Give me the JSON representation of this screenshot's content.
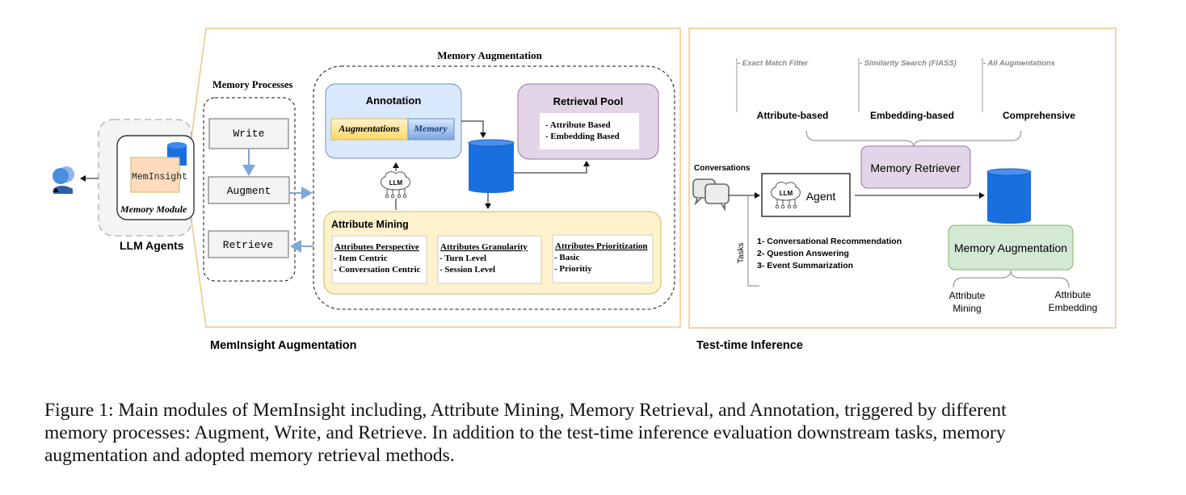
{
  "colors": {
    "panel_border": "#f5c486",
    "annotation_fill": "#dae8fc",
    "annotation_stroke": "#6c8ebf",
    "pool_fill": "#e1d5e7",
    "pool_stroke": "#9673a6",
    "mining_fill": "#fff2cc",
    "mining_stroke": "#d6b656",
    "aug_fill": "#d5e8d4",
    "aug_stroke": "#82b366",
    "database": "#1a6fe0",
    "meminsight_fill": "#fcdcbc"
  },
  "llm_agents": {
    "module_label": "MemInsight",
    "memory_module": "Memory Module",
    "title": "LLM Agents",
    "icons": [
      "user-group-icon",
      "database-icon"
    ]
  },
  "memory_processes": {
    "title": "Memory Processes",
    "write": "Write",
    "augment": "Augment",
    "retrieve": "Retrieve"
  },
  "memory_augmentation": {
    "title": "Memory Augmentation",
    "annotation": {
      "title": "Annotation",
      "augmentations": "Augmentations",
      "memory": "Memory"
    },
    "llm_icon": "LLM",
    "retrieval_pool": {
      "title": "Retrieval Pool",
      "items": [
        "- Attribute Based",
        "- Embedding Based"
      ]
    },
    "attribute_mining": {
      "title": "Attribute Mining",
      "groups": [
        {
          "title": "Attributes Perspective",
          "items": [
            "- Item Centric",
            "- Conversation Centric"
          ]
        },
        {
          "title": "Attributes Granularity",
          "items": [
            "- Turn Level",
            "- Session Level"
          ]
        },
        {
          "title": "Attributes Prioritization",
          "items": [
            "- Basic",
            "- Prioritiy"
          ]
        }
      ]
    }
  },
  "left_caption": "MemInsight Augmentation",
  "test_time": {
    "methods": [
      {
        "note": "- Exact Match Filter",
        "label": "Attribute-based"
      },
      {
        "note": "- Similarity Search (FIASS)",
        "label": "Embedding-based"
      },
      {
        "note": "- All Augmentations",
        "label": "Comprehensive"
      }
    ],
    "retriever": "Memory Retriever",
    "conversations": "Conversations",
    "agent": "Agent",
    "llm_icon": "LLM",
    "tasks_label": "Tasks",
    "tasks": [
      "1- Conversational Recommendation",
      "2- Question Answering",
      "3- Event Summarization"
    ],
    "augmentation": "Memory Augmentation",
    "aug_children": [
      {
        "line1": "Attribute",
        "line2": "Mining"
      },
      {
        "line1": "Attribute",
        "line2": "Embedding"
      }
    ],
    "caption": "Test-time Inference"
  },
  "figure_caption": [
    "Figure 1: Main modules of MemInsight including, Attribute Mining, Memory Retrieval, and Annotation, triggered by different",
    "memory processes: Augment, Write, and Retrieve. In addition to the test-time inference evaluation downstream tasks, memory",
    "augmentation and adopted memory retrieval methods."
  ]
}
